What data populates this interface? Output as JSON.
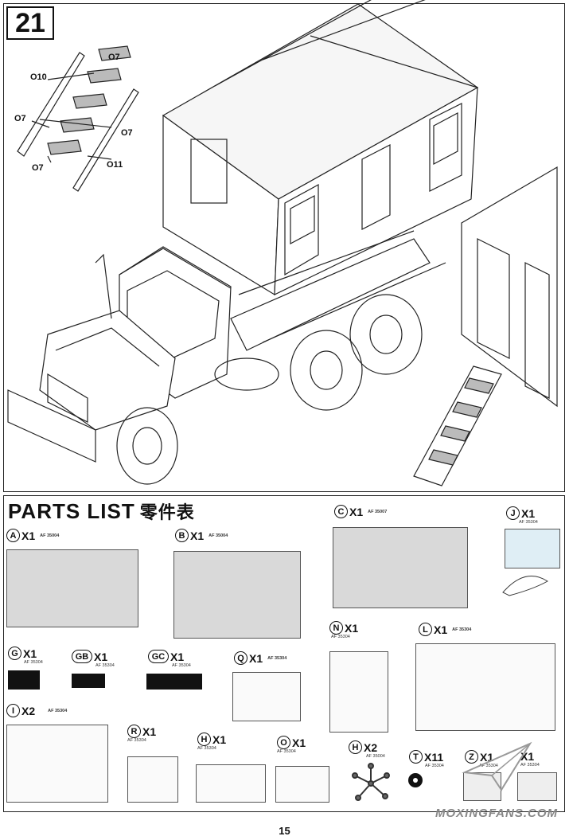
{
  "step": {
    "number": "21"
  },
  "callouts": {
    "o7_top": "O7",
    "o10": "O10",
    "o7_left": "O7",
    "o7_right": "O7",
    "o7_bottom": "O7",
    "o11": "O11"
  },
  "parts_list": {
    "title": "PARTS LIST",
    "title_cn": "零件表",
    "items": [
      {
        "letter": "A",
        "qty": "X1",
        "code": "AF 35004"
      },
      {
        "letter": "B",
        "qty": "X1",
        "code": "AF 35004"
      },
      {
        "letter": "C",
        "qty": "X1",
        "code": "AF 35007"
      },
      {
        "letter": "J",
        "qty": "X1",
        "code": "AF 35304"
      },
      {
        "letter": "G",
        "qty": "X1",
        "code": "AF 35304"
      },
      {
        "letter": "GB",
        "qty": "X1",
        "code": "AF 35304"
      },
      {
        "letter": "GC",
        "qty": "X1",
        "code": "AF 35304"
      },
      {
        "letter": "Q",
        "qty": "X1",
        "code": "AF 35304"
      },
      {
        "letter": "N",
        "qty": "X1",
        "code": "AF 35304"
      },
      {
        "letter": "L",
        "qty": "X1",
        "code": "AF 35304"
      },
      {
        "letter": "I",
        "qty": "X2",
        "code": "AF 35304"
      },
      {
        "letter": "R",
        "qty": "X1",
        "code": "AF 35304"
      },
      {
        "letter": "H",
        "qty": "X1",
        "code": "AF 35304"
      },
      {
        "letter": "O",
        "qty": "X1",
        "code": "AF 35304"
      },
      {
        "letter": "H",
        "qty": "X2",
        "code": "AF 35004"
      },
      {
        "letter": "T",
        "qty": "X11",
        "code": "AF 35304"
      },
      {
        "letter": "Z",
        "qty": "X1",
        "code": "AF 35304"
      },
      {
        "letter": "",
        "qty": "X1",
        "code": "AF 35304"
      }
    ]
  },
  "page_number": "15",
  "watermark": "MOXINGFANS.COM"
}
